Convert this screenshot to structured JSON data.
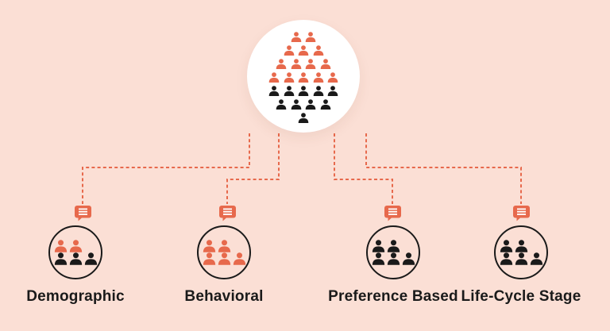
{
  "title": "audience-segmentation-diagram",
  "colors": {
    "background": "#FBDFD5",
    "accent": "#E7694C",
    "dark": "#1A1A1A",
    "hub_background": "#FFFFFF"
  },
  "icons": {
    "person": "person-icon",
    "bubble": "message-bubble-icon"
  },
  "hub": {
    "pyramid_rows": [
      {
        "count": 2,
        "color": "accent"
      },
      {
        "count": 3,
        "color": "accent"
      },
      {
        "count": 4,
        "color": "accent"
      },
      {
        "count": 5,
        "color": "accent"
      },
      {
        "count": 5,
        "color": "dark"
      },
      {
        "count": 4,
        "color": "dark"
      },
      {
        "count": 1,
        "color": "dark"
      }
    ]
  },
  "categories": [
    {
      "label": "Demographic",
      "rows": [
        {
          "count": 2,
          "color": "accent"
        },
        {
          "count": 3,
          "color": "dark"
        }
      ]
    },
    {
      "label": "Behavioral",
      "rows": [
        {
          "count": 2,
          "color": "accent"
        },
        {
          "count": 3,
          "color": "accent"
        }
      ]
    },
    {
      "label": "Preference Based",
      "rows": [
        {
          "count": 2,
          "color": "dark"
        },
        {
          "count": 3,
          "color": "dark"
        }
      ]
    },
    {
      "label": "Life-Cycle Stage",
      "rows": [
        {
          "count": 2,
          "color": "dark"
        },
        {
          "count": 3,
          "color": "dark"
        }
      ]
    }
  ]
}
